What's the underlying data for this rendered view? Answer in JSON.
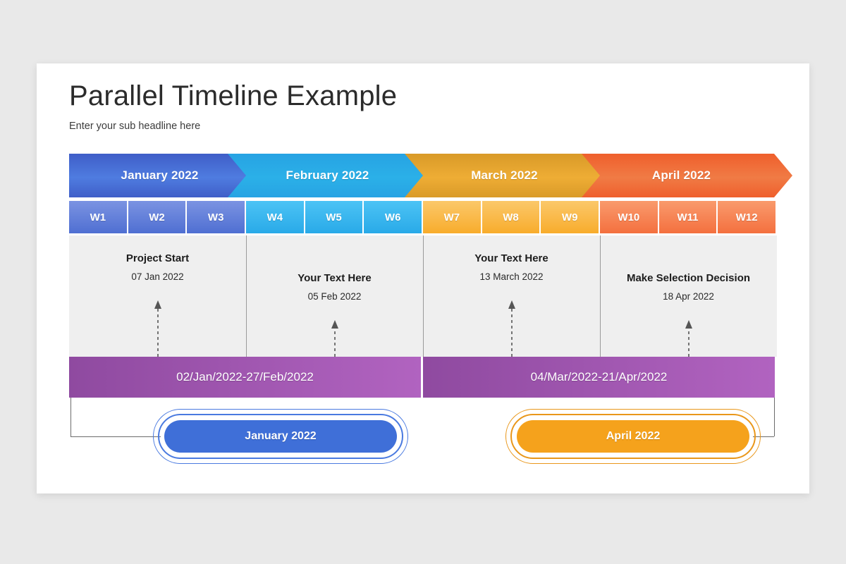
{
  "header": {
    "title": "Parallel Timeline Example",
    "subtitle": "Enter your sub headline here"
  },
  "colors": {
    "canvas": "#e9e9e9",
    "card": "#ffffff",
    "panel": "#efefef",
    "divider": "#9a9a9a",
    "connector": "#6b6b6b",
    "january_blue": "#3b63cf",
    "february_blue": "#29a3e0",
    "march_amber": "#e0a12a",
    "april_orange": "#ef6430",
    "phase_purple": "#9a4fa8",
    "pill_blue": "#3f6fd8",
    "pill_orange": "#f5a21c",
    "arrow_gray": "#555555"
  },
  "months": [
    {
      "label": "January 2022",
      "start_color": "#3f5ec8",
      "end_color": "#4f7ce0"
    },
    {
      "label": "February 2022",
      "start_color": "#27a3e3",
      "end_color": "#2bb0e8"
    },
    {
      "label": "March 2022",
      "start_color": "#d99a28",
      "end_color": "#eead35"
    },
    {
      "label": "April 2022",
      "start_color": "#ef5f2c",
      "end_color": "#f07b45"
    }
  ],
  "weeks": [
    {
      "label": "W1",
      "start_color": "#7b93e2",
      "end_color": "#4f6fd2"
    },
    {
      "label": "W2",
      "start_color": "#7b93e2",
      "end_color": "#4f6fd2"
    },
    {
      "label": "W3",
      "start_color": "#7b93e2",
      "end_color": "#4f6fd2"
    },
    {
      "label": "W4",
      "start_color": "#4cc3f5",
      "end_color": "#29aae8"
    },
    {
      "label": "W5",
      "start_color": "#4cc3f5",
      "end_color": "#29aae8"
    },
    {
      "label": "W6",
      "start_color": "#4cc3f5",
      "end_color": "#29aae8"
    },
    {
      "label": "W7",
      "start_color": "#fbc86a",
      "end_color": "#f8ac2c"
    },
    {
      "label": "W8",
      "start_color": "#fbc86a",
      "end_color": "#f8ac2c"
    },
    {
      "label": "W9",
      "start_color": "#fbc86a",
      "end_color": "#f8ac2c"
    },
    {
      "label": "W10",
      "start_color": "#f99a6c",
      "end_color": "#f4703f"
    },
    {
      "label": "W11",
      "start_color": "#f99a6c",
      "end_color": "#f4703f"
    },
    {
      "label": "W12",
      "start_color": "#f99a6c",
      "end_color": "#f4703f"
    }
  ],
  "milestones": [
    {
      "title": "Project Start",
      "date": "07 Jan 2022",
      "arrow_height": 80
    },
    {
      "title": "Your Text Here",
      "date": "05 Feb 2022",
      "arrow_height": 52
    },
    {
      "title": "Your Text Here",
      "date": "13 March 2022",
      "arrow_height": 80
    },
    {
      "title": "Make Selection Decision",
      "date": "18 Apr 2022",
      "arrow_height": 52
    }
  ],
  "phases": [
    {
      "label": "02/Jan/2022-27/Feb/2022",
      "start_color": "#8f4aa0",
      "end_color": "#b163c0"
    },
    {
      "label": "04/Mar/2022-21/Apr/2022",
      "start_color": "#8f4aa0",
      "end_color": "#b163c0"
    }
  ],
  "pills": [
    {
      "label": "January 2022",
      "fill_color": "#3f6fd8",
      "ring_color": "#4a7ae0"
    },
    {
      "label": "April 2022",
      "fill_color": "#f5a21c",
      "ring_color": "#e9971a"
    }
  ]
}
